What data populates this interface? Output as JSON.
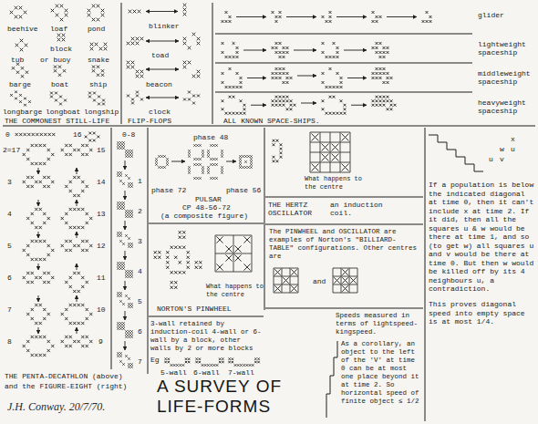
{
  "diagram": {
    "title": "A SURVEY OF LIFE-FORMS",
    "labels": [
      "beehive",
      "loaf",
      "pond",
      "block",
      "tub",
      "or buoy",
      "snake",
      "barge",
      "boat",
      "ship",
      "longbarge",
      "longboat",
      "longship",
      "THE COMMONEST STILL-LIFE",
      "blinker",
      "toad",
      "beacon",
      "clock",
      "FLIP-FLOPS",
      "glider",
      "lightweight spaceship",
      "middleweight spaceship",
      "heavyweight spaceship",
      "ALL KNOWN SPACE-SHIPS.",
      "0",
      "16",
      "2=17",
      "3",
      "4",
      "5",
      "6",
      "7",
      "8",
      "9",
      "10",
      "11",
      "12",
      "13",
      "14",
      "15",
      "THE PENTA-DECATHLON (above)",
      "and the FIGURE-EIGHT (right)",
      "0-8",
      "1",
      "2",
      "3",
      "4",
      "5",
      "6",
      "7",
      "J.H. Conway. 20/7/70.",
      "phase 48",
      "phase 72",
      "phase 56",
      "PULSAR",
      "CP 48-56-72",
      "(a composite figure)",
      "What happens to the centre",
      "THE HERTZ OSCILLATOR",
      "an induction coil.",
      "NORTON'S PINWHEEL",
      "What happens to the centre",
      "The PINWHEEL and OSCILLATOR are examples of Norton's \"BILLIARD-TABLE\" configurations. Other centres are",
      "and",
      "3-wall retained by induction-coil 4-wall or 6-wall by a block, other walls by 2 or more blocks",
      "Eg",
      "5-wall",
      "6-wall",
      "7-wall",
      "Speeds measured in terms of lightspeed-kingspeed.",
      "As a corollary, an object to the left of the 'V' at time 0 can be at most one place beyond it at time 2. So horizontal speed of finite object ≤ 1/2",
      "If a population is below the indicated diagonal at time 0, then it can't include x at time 2. If it did, then all the squares u & w would be there at time 1, and so (to get w) all squares u and v would be there at time 0. But then w would be killed off by its 4 neighbours u, a contradiction.",
      "This proves diagonal speed into empty space is at most 1/4.",
      "x",
      "w",
      "u",
      "u",
      "v"
    ]
  }
}
